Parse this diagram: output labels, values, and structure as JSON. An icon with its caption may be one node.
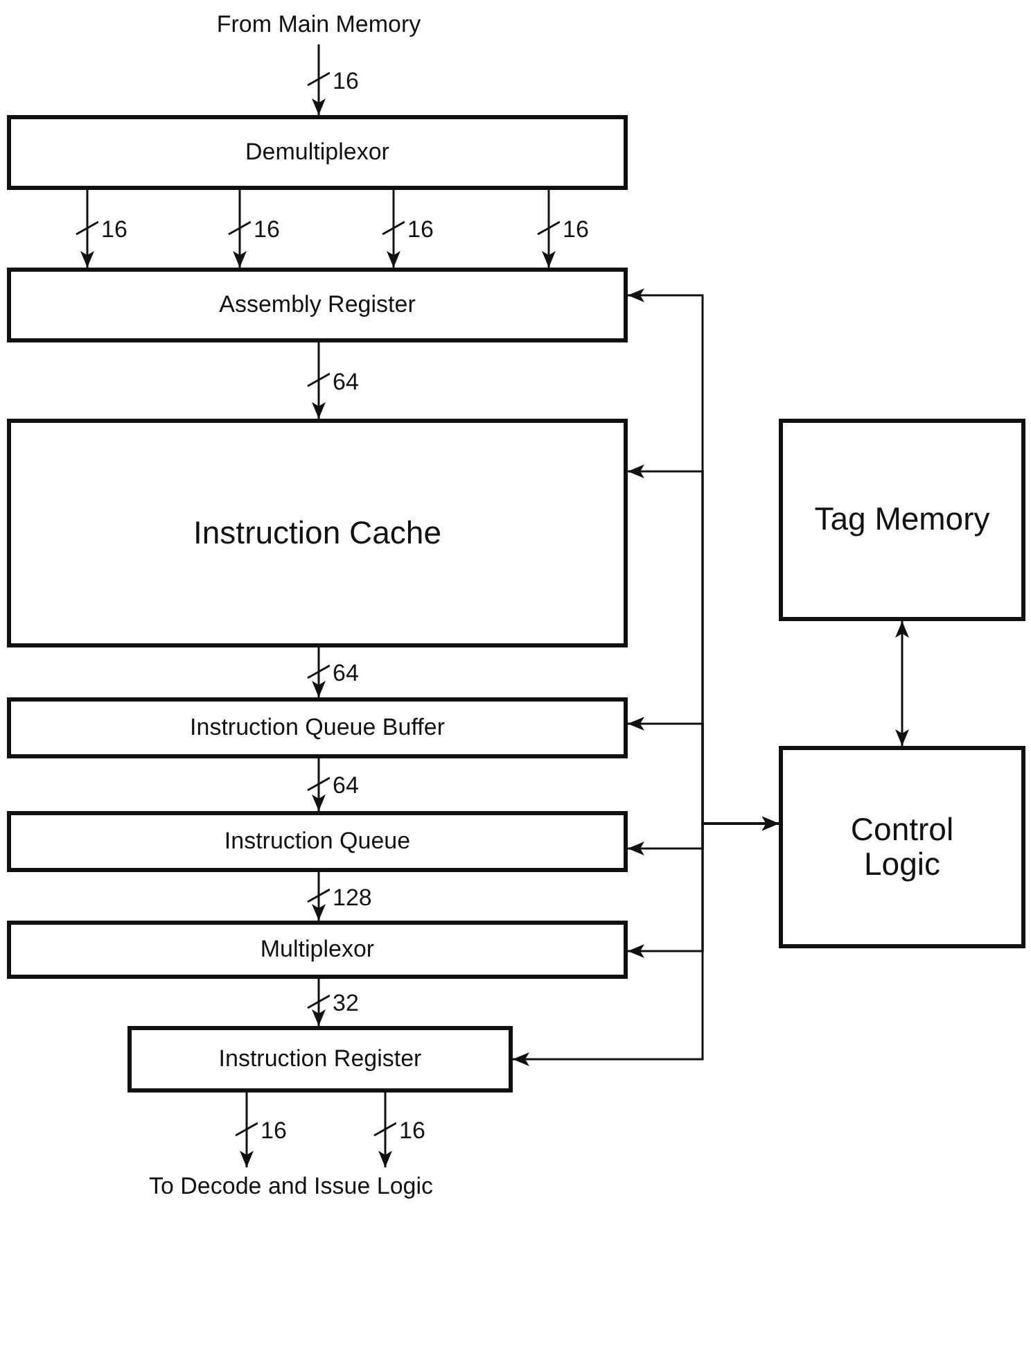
{
  "diagram": {
    "nodes": [
      {
        "text": [
          "From Main Memory"
        ]
      },
      {
        "text": [
          "Demultiplexor"
        ]
      },
      {
        "text": [
          "Assembly Register"
        ]
      },
      {
        "text": [
          "Instruction Cache"
        ]
      },
      {
        "text": [
          "Tag Memory"
        ]
      },
      {
        "text": [
          "Instruction Queue Buffer"
        ]
      },
      {
        "text": [
          "Control Logic"
        ]
      },
      {
        "text": [
          "Instruction Queue"
        ]
      },
      {
        "text": [
          "Multiplexor"
        ]
      },
      {
        "text": [
          "Instruction Register"
        ]
      },
      {
        "text": [
          "To Decode and Issue Logic"
        ]
      }
    ],
    "edges": [
      {
        "from": 0,
        "to": 1,
        "arrow": "to",
        "label": "16"
      },
      {
        "from": 1,
        "to": 2,
        "arrow": "to",
        "label": "16"
      },
      {
        "from": 1,
        "to": 2,
        "arrow": "to",
        "label": "16"
      },
      {
        "from": 1,
        "to": 2,
        "arrow": "to",
        "label": "16"
      },
      {
        "from": 1,
        "to": 2,
        "arrow": "to",
        "label": "16"
      },
      {
        "from": 2,
        "to": 3,
        "arrow": "to",
        "label": "64"
      },
      {
        "from": 3,
        "to": 5,
        "arrow": "to",
        "label": "64"
      },
      {
        "from": 5,
        "to": 7,
        "arrow": "to",
        "label": "64"
      },
      {
        "from": 7,
        "to": 8,
        "arrow": "to",
        "label": "128"
      },
      {
        "from": 8,
        "to": 9,
        "arrow": "to",
        "label": "32"
      },
      {
        "from": 9,
        "to": 10,
        "arrow": "to",
        "label": "16"
      },
      {
        "from": 9,
        "to": 10,
        "arrow": "to",
        "label": "16"
      },
      {
        "from": 4,
        "to": 6,
        "arrow": "both"
      },
      {
        "from": 6,
        "to": 2,
        "arrow": "both"
      },
      {
        "from": 6,
        "to": 3,
        "arrow": "both"
      },
      {
        "from": 6,
        "to": 5,
        "arrow": "both"
      },
      {
        "from": 6,
        "to": 7,
        "arrow": "both"
      },
      {
        "from": 6,
        "to": 8,
        "arrow": "both"
      },
      {
        "from": 6,
        "to": 9,
        "arrow": "both"
      }
    ]
  }
}
